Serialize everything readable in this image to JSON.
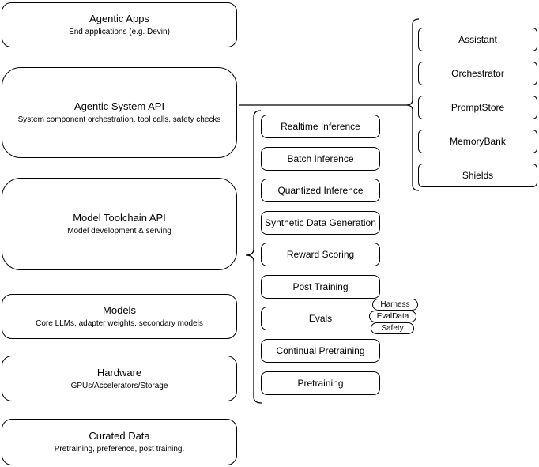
{
  "diagram": {
    "title_implicit": "Agentic stack diagram",
    "colors": {
      "stroke": "#000000",
      "fill": "#ffffff",
      "text": "#000000"
    },
    "left_stack": [
      {
        "title": "Agentic Apps",
        "subtitle": "End applications (e.g. Devin)"
      },
      {
        "title": "Agentic System API",
        "subtitle": "System component orchestration, tool calls, safety checks"
      },
      {
        "title": "Model Toolchain API",
        "subtitle": "Model development & serving"
      },
      {
        "title": "Models",
        "subtitle": "Core LLMs, adapter weights, secondary models"
      },
      {
        "title": "Hardware",
        "subtitle": "GPUs/Accelerators/Storage"
      },
      {
        "title": "Curated Data",
        "subtitle": "Pretraining, preference, post training."
      }
    ],
    "toolchain_items": [
      "Realtime Inference",
      "Batch Inference",
      "Quantized Inference",
      "Synthetic Data Generation",
      "Reward Scoring",
      "Post Training",
      "Evals",
      "Continual Pretraining",
      "Pretraining"
    ],
    "eval_tags": [
      "Harness",
      "EvalData",
      "Safety"
    ],
    "system_components": [
      "Assistant",
      "Orchestrator",
      "PromptStore",
      "MemoryBank",
      "Shields"
    ]
  }
}
